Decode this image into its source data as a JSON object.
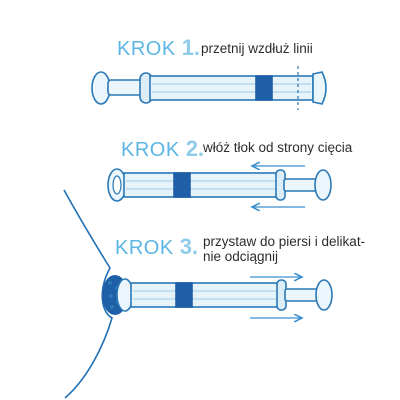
{
  "steps": [
    {
      "word": "KROK",
      "number": "1.",
      "text": "przetnij wzdłuż linii"
    },
    {
      "word": "KROK",
      "number": "2.",
      "text": "włóż tłok od strony cięcia"
    },
    {
      "word": "KROK",
      "number": "3.",
      "text_line1": "przystaw do piersi i delikat-",
      "text_line2": "nie odciągnij"
    }
  ],
  "colors": {
    "heading": "#5bb6e4",
    "number": "#8fcbea",
    "outline": "#2a78b5",
    "dark_blue": "#1f5fa8",
    "tube_fill": "#e7f3fb",
    "arrow": "#3a8fd0",
    "breast_line": "#1f6fb5"
  }
}
